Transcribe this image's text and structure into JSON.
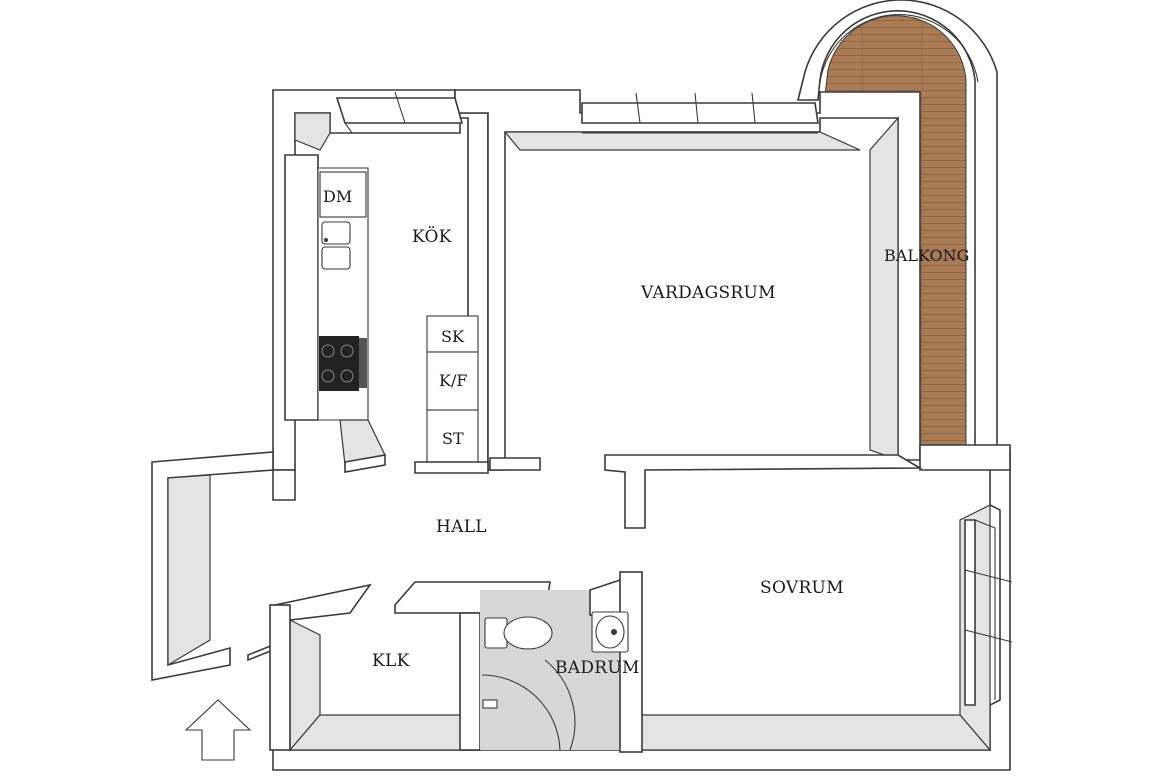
{
  "rooms": {
    "kitchen": "KÖK",
    "living_room": "VARDAGSRUM",
    "balcony": "BALKONG",
    "hall": "HALL",
    "bedroom": "SOVRUM",
    "closet": "KLK",
    "bathroom": "BADRUM"
  },
  "appliances": {
    "dishwasher": "DM",
    "cabinet": "SK",
    "fridge_freezer": "K/F",
    "storage": "ST"
  },
  "colors": {
    "wall_top": "#ffffff",
    "wall_side": "#e4e4e4",
    "outline": "#3a3a3a",
    "balcony_wood": "#a97c56",
    "bathroom_floor": "#d7d7d7"
  },
  "icons": {
    "entrance": "entrance-arrow-icon",
    "stove": "stove-icon",
    "sink": "kitchen-sink-icon",
    "toilet": "toilet-icon",
    "washbasin": "washbasin-icon",
    "shower": "shower-icon"
  }
}
